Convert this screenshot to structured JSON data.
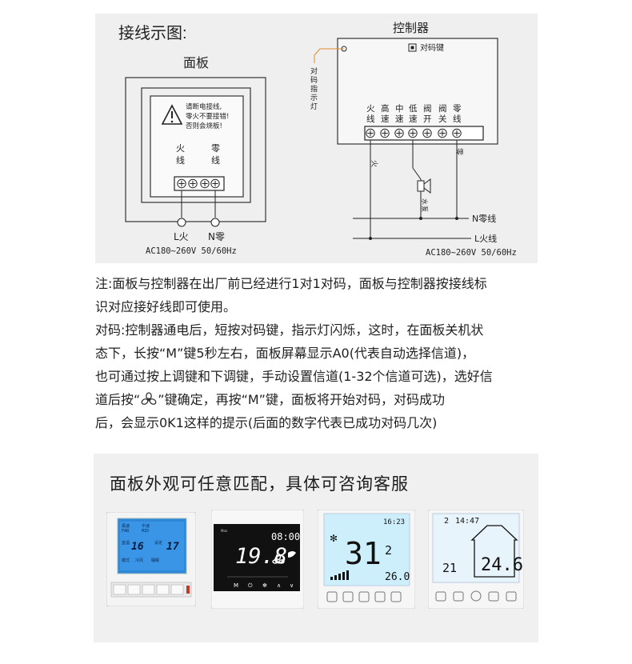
{
  "wiring": {
    "title": "接线示图:",
    "panel": {
      "title": "面板",
      "warning_lines": [
        "请断电接线,",
        "零火不要接错!",
        "否则会烧板!"
      ],
      "term_fire": [
        "火",
        "线"
      ],
      "term_zero": [
        "零",
        "线"
      ],
      "label_l": "L火",
      "label_n": "N零",
      "voltage": "AC180~260V 50/60Hz"
    },
    "controller": {
      "title": "控制器",
      "pair_key": "对码键",
      "indicator": [
        "对",
        "码",
        "指",
        "示",
        "灯"
      ],
      "terminals": [
        [
          "火",
          "线"
        ],
        [
          "高",
          "速"
        ],
        [
          "中",
          "速"
        ],
        [
          "低",
          "速"
        ],
        [
          "阀",
          "开"
        ],
        [
          "阀",
          "关"
        ],
        [
          "零",
          "线"
        ]
      ],
      "fire_mark": "火",
      "zero_mark": "零",
      "pump": [
        "水",
        "泵"
      ],
      "n_line": "N零线",
      "l_line": "L火线",
      "voltage": "AC180~260V 50/60Hz"
    }
  },
  "notes": {
    "line1": "注:面板与控制器在出厂前已经进行1对1对码，面板与控制器按接线标",
    "line2": "识对应接好线即可使用。",
    "line3": "对码:控制器通电后，短按对码键，指示灯闪烁，这时，在面板关机状",
    "line4": "态下，长按“M”键5秒左右，面板屏幕显示A0(代表自动选择信道)，",
    "line5": "也可通过按上调键和下调键，手动设置信道(1-32个信道可选)，选好信",
    "line6a": "道后按“",
    "line6b": "”键确定，再按“M”键，面板将开始对码，对码成功",
    "line7": "后，会显示0K1这样的提示(后面的数字代表已成功对码几次)"
  },
  "gallery": {
    "title": "面板外观可任意匹配，具体可咨询客服",
    "devices": [
      {
        "id": "blue-lcd",
        "screen_texts": [
          "16",
          "17"
        ]
      },
      {
        "id": "black-glass",
        "screen_texts": [
          "19.8",
          "08:00"
        ]
      },
      {
        "id": "white-square",
        "screen_texts": [
          "31",
          "16:23",
          "2",
          "26.0"
        ]
      },
      {
        "id": "house-display",
        "screen_texts": [
          "2",
          "14:47",
          "21",
          "24.6"
        ]
      }
    ]
  }
}
